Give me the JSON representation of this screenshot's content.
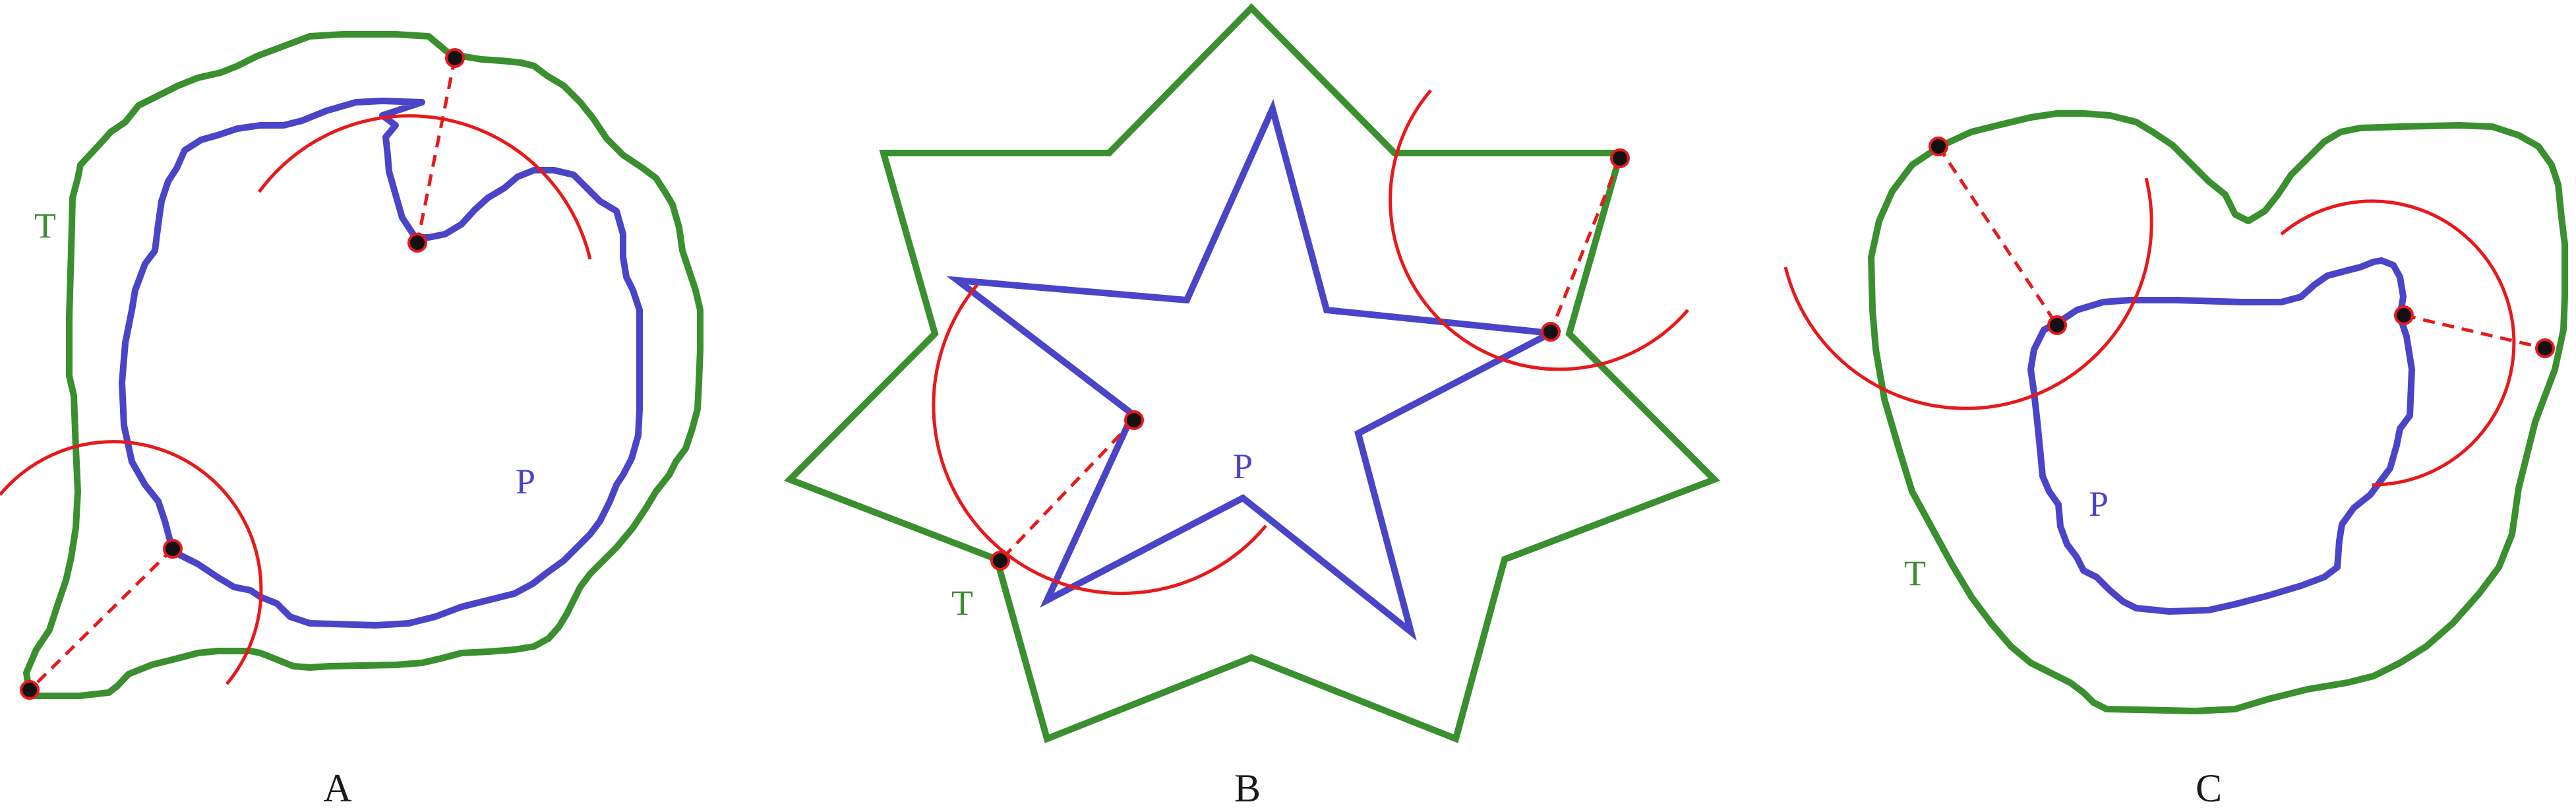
{
  "colors": {
    "target": "#3a8f2f",
    "polygon": "#4a45c8",
    "arc": "#e8191b",
    "dot_fill": "#111111",
    "dot_stroke": "#e8191b",
    "text_dark": "#1a1a1a"
  },
  "panels": [
    {
      "caption": "A",
      "target_label": "T",
      "polygon_label": "P"
    },
    {
      "caption": "B",
      "target_label": "T",
      "polygon_label": "P"
    },
    {
      "caption": "C",
      "target_label": "T",
      "polygon_label": "P"
    }
  ]
}
